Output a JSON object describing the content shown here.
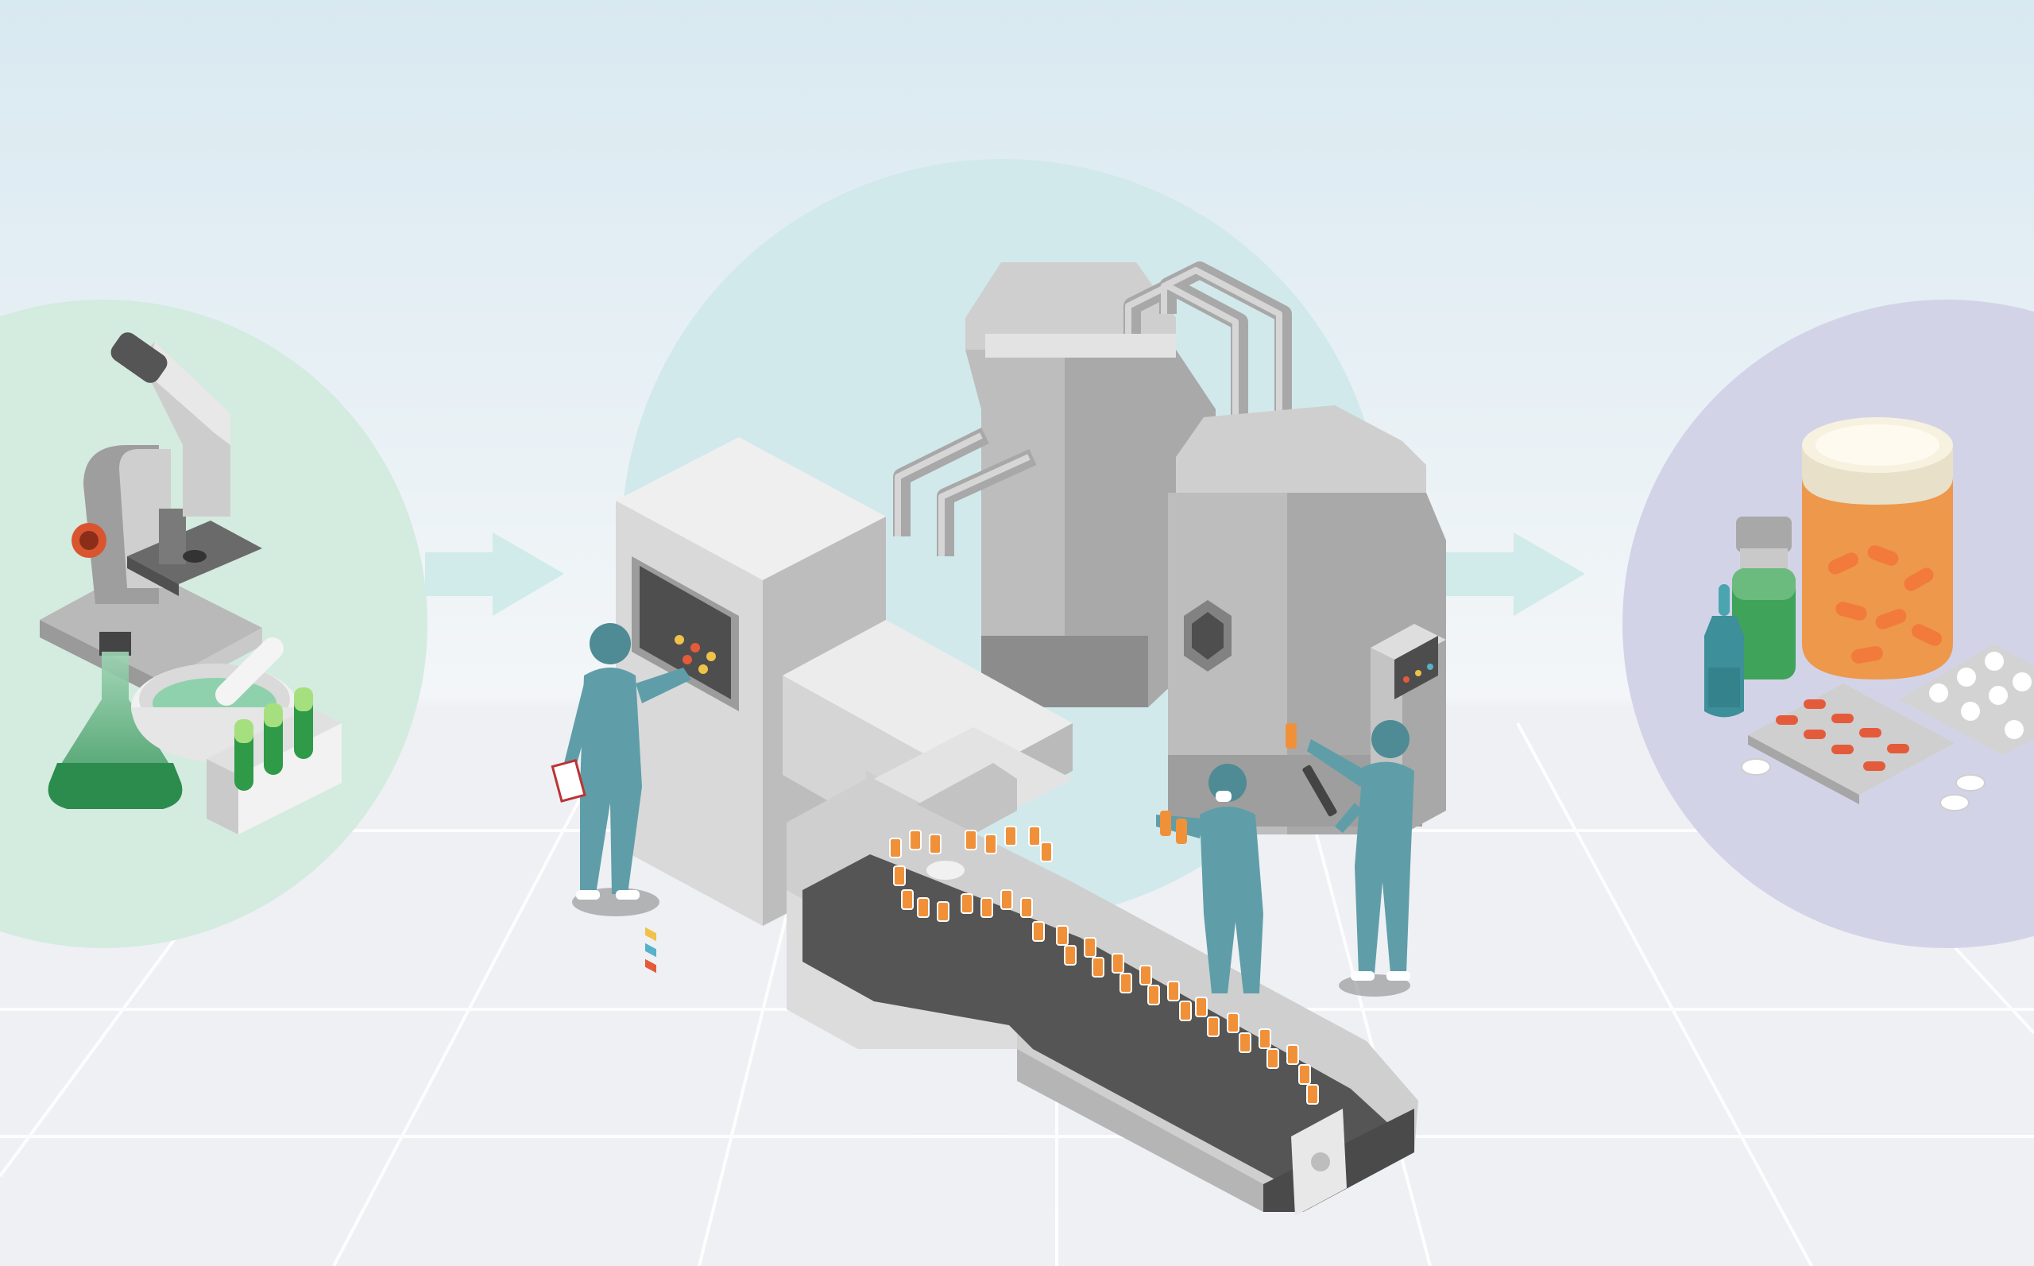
{
  "scene": {
    "stages": [
      {
        "name": "research",
        "items": [
          "microscope",
          "erlenmeyer-flask",
          "mortar-and-pestle",
          "test-tube-rack"
        ]
      },
      {
        "name": "manufacturing",
        "items": [
          "control-cabinet",
          "mixing-tank",
          "reactor-tank",
          "filling-machine",
          "conveyor-belt",
          "workers"
        ]
      },
      {
        "name": "product",
        "items": [
          "pill-bottle",
          "vial",
          "ampoule",
          "blister-packs",
          "loose-tablets"
        ]
      }
    ],
    "colors": {
      "background_top": "#d9e9f1",
      "background_bottom": "#eef0f4",
      "research_circle": "#d4ebe0",
      "factory_circle": "#d2e9ec",
      "product_circle": "#d3d3e8",
      "arrow": "#d0ebe9",
      "worker_suit": "#5f9ea8",
      "bottle_orange": "#f0913a",
      "liquid_green": "#3fa35a",
      "machine_light": "#e4e4e4",
      "machine_mid": "#c8c8c8",
      "machine_dark": "#a2a2a2",
      "conveyor_belt": "#4a4a4a"
    }
  }
}
